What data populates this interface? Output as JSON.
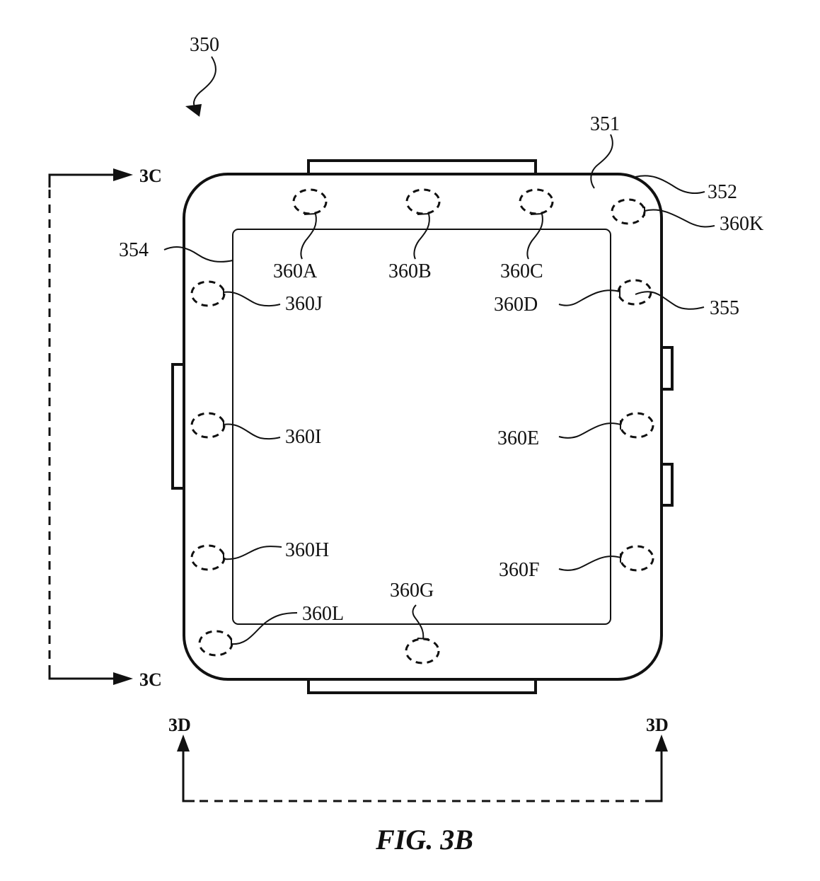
{
  "figure": {
    "caption": "FIG. 3B",
    "reference_numerals": {
      "device": "350",
      "housing_surface": "351",
      "housing_edge": "352",
      "display": "354",
      "side_sensor": "355"
    },
    "sensors": [
      {
        "id": "A",
        "label": "360A"
      },
      {
        "id": "B",
        "label": "360B"
      },
      {
        "id": "C",
        "label": "360C"
      },
      {
        "id": "D",
        "label": "360D"
      },
      {
        "id": "E",
        "label": "360E"
      },
      {
        "id": "F",
        "label": "360F"
      },
      {
        "id": "G",
        "label": "360G"
      },
      {
        "id": "H",
        "label": "360H"
      },
      {
        "id": "I",
        "label": "360I"
      },
      {
        "id": "J",
        "label": "360J"
      },
      {
        "id": "K",
        "label": "360K"
      },
      {
        "id": "L",
        "label": "360L"
      }
    ],
    "section_markers": {
      "section_c_top": "3C",
      "section_c_bottom": "3C",
      "section_d_left": "3D",
      "section_d_right": "3D"
    }
  }
}
